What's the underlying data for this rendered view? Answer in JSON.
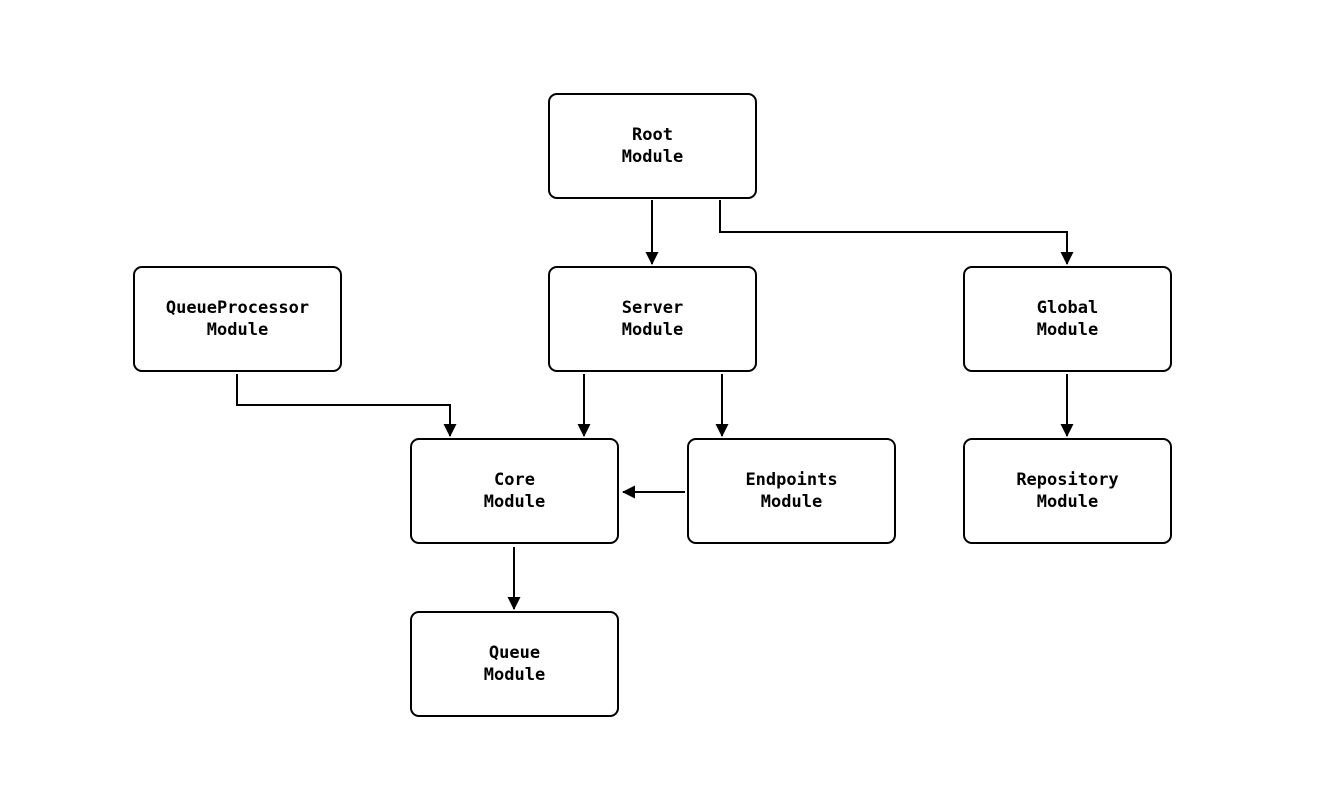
{
  "diagram": {
    "type": "flowchart",
    "background_color": "#ffffff",
    "node_fill_color": "#ffffff",
    "node_border_color": "#000000",
    "text_color": "#000000",
    "arrow_color": "#000000",
    "nodes": [
      {
        "id": "root",
        "line1": "Root",
        "line2": "Module"
      },
      {
        "id": "queueprocessor",
        "line1": "QueueProcessor",
        "line2": "Module"
      },
      {
        "id": "server",
        "line1": "Server",
        "line2": "Module"
      },
      {
        "id": "global",
        "line1": "Global",
        "line2": "Module"
      },
      {
        "id": "core",
        "line1": "Core",
        "line2": "Module"
      },
      {
        "id": "endpoints",
        "line1": "Endpoints",
        "line2": "Module"
      },
      {
        "id": "repository",
        "line1": "Repository",
        "line2": "Module"
      },
      {
        "id": "queue",
        "line1": "Queue",
        "line2": "Module"
      }
    ],
    "edges": [
      {
        "from": "Root Module",
        "to": "Server Module"
      },
      {
        "from": "Root Module",
        "to": "Global Module"
      },
      {
        "from": "QueueProcessor Module",
        "to": "Core Module"
      },
      {
        "from": "Server Module",
        "to": "Core Module"
      },
      {
        "from": "Server Module",
        "to": "Endpoints Module"
      },
      {
        "from": "Endpoints Module",
        "to": "Core Module"
      },
      {
        "from": "Global Module",
        "to": "Repository Module"
      },
      {
        "from": "Core Module",
        "to": "Queue Module"
      }
    ]
  }
}
